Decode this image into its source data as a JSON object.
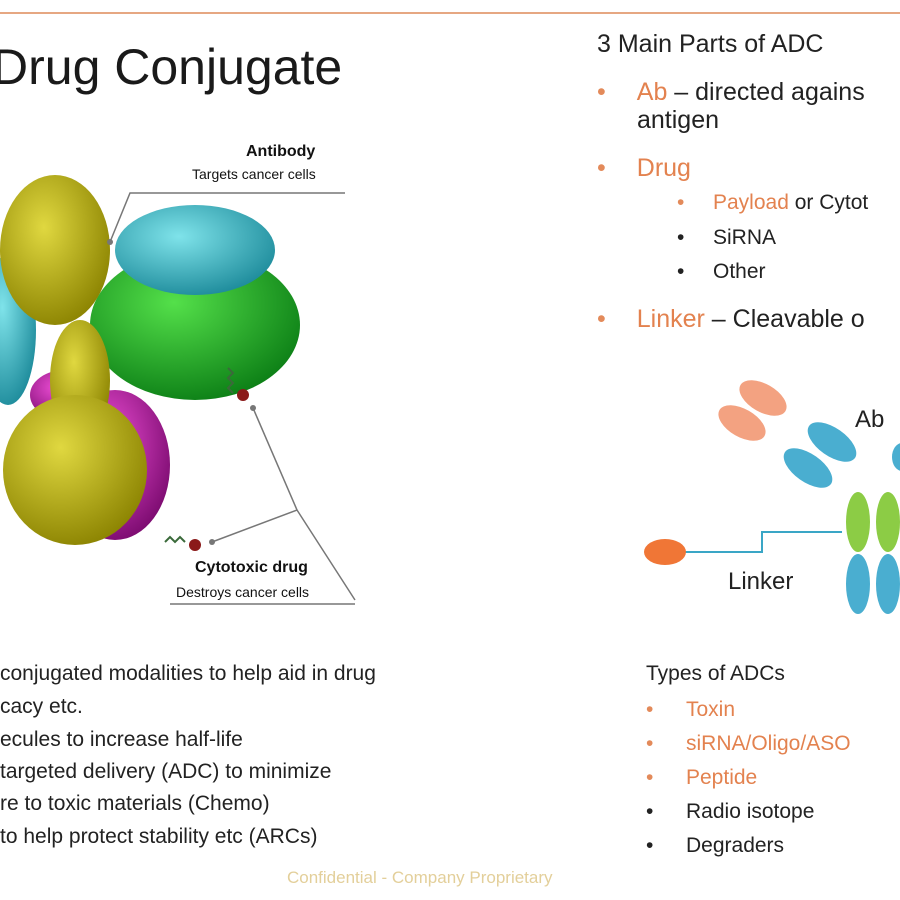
{
  "slide": {
    "title": "Drug Conjugate",
    "footer": "Confidential - Company Proprietary"
  },
  "figure": {
    "antibody_callout": {
      "title": "Antibody",
      "subtitle": "Targets cancer cells"
    },
    "drug_callout": {
      "title": "Cytotoxic drug",
      "subtitle": "Destroys cancer cells"
    }
  },
  "parts": {
    "title": "3 Main Parts of ADC",
    "ab": {
      "keyword": "Ab",
      "text_line1": " – directed agains",
      "text_line2": "antigen"
    },
    "drug": {
      "keyword": "Drug",
      "subitems": [
        {
          "keyword": "Payload",
          "text": " or Cytot"
        },
        {
          "keyword": "",
          "text": "SiRNA"
        },
        {
          "keyword": "",
          "text": "Other"
        }
      ]
    },
    "linker": {
      "keyword": "Linker",
      "text": " – Cleavable o"
    }
  },
  "diagram": {
    "ab_label": "Ab",
    "linker_label": "Linker"
  },
  "bottom_text": [
    "conjugated modalities to help aid in drug",
    "cacy etc.",
    "ecules to increase half-life",
    "targeted delivery (ADC) to minimize",
    "re to toxic materials (Chemo)",
    " to help protect stability etc (ARCs)"
  ],
  "types": {
    "title": "Types of ADCs",
    "items": [
      {
        "label": "Toxin",
        "highlight": true
      },
      {
        "label": "siRNA/Oligo/ASO",
        "highlight": true
      },
      {
        "label": "Peptide",
        "highlight": true
      },
      {
        "label": "Radio isotope",
        "highlight": false
      },
      {
        "label": "Degraders",
        "highlight": false
      }
    ]
  },
  "bullet_char": "•",
  "colors": {
    "accent_orange": "#e3824f",
    "rule": "#e6a782",
    "ab_blue": "#4aaed0",
    "ab_green": "#8ccc45",
    "ab_salmon": "#f3a281",
    "drug_orange": "#f07636",
    "footer": "#e3cf9a"
  }
}
